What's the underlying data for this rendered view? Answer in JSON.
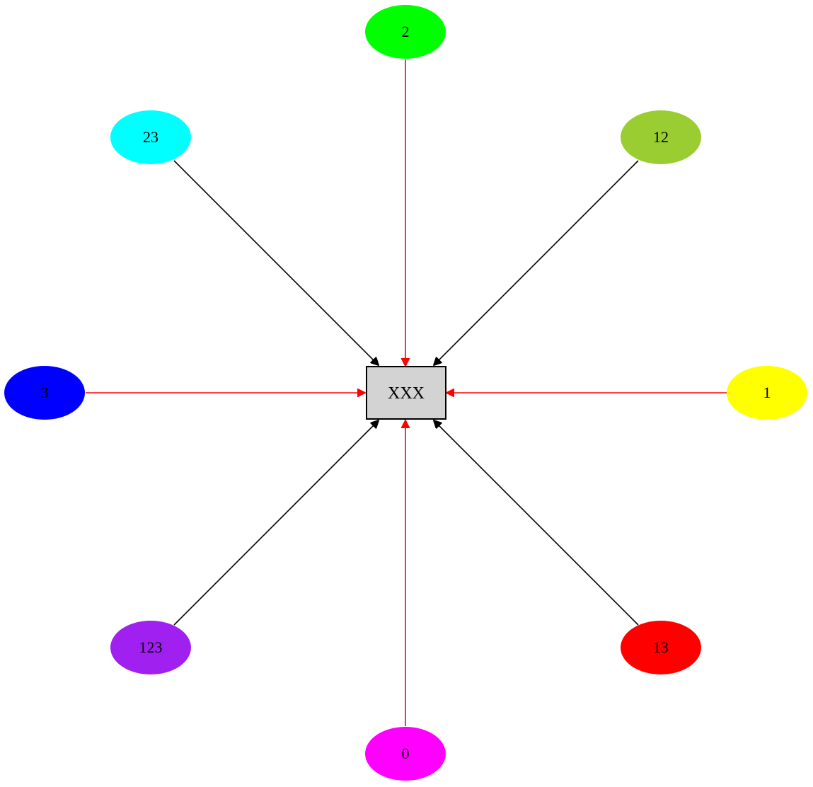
{
  "diagram": {
    "center": {
      "label": "XXX",
      "fill": "#d3d3d3",
      "stroke": "#000000"
    },
    "nodes": [
      {
        "id": "n2",
        "label": "2",
        "fill": "#00ff00",
        "edge_color": "#ff0000"
      },
      {
        "id": "n23",
        "label": "23",
        "fill": "#00ffff",
        "edge_color": "#000000"
      },
      {
        "id": "n12",
        "label": "12",
        "fill": "#9acd32",
        "edge_color": "#000000"
      },
      {
        "id": "n3",
        "label": "3",
        "fill": "#0000ff",
        "edge_color": "#ff0000"
      },
      {
        "id": "n1",
        "label": "1",
        "fill": "#ffff00",
        "edge_color": "#ff0000"
      },
      {
        "id": "n123",
        "label": "123",
        "fill": "#a020f0",
        "edge_color": "#000000"
      },
      {
        "id": "n13",
        "label": "13",
        "fill": "#ff0000",
        "edge_color": "#000000"
      },
      {
        "id": "n0",
        "label": "0",
        "fill": "#ff00ff",
        "edge_color": "#ff0000"
      }
    ],
    "edges": [
      {
        "from": "n2",
        "to": "center"
      },
      {
        "from": "n23",
        "to": "center"
      },
      {
        "from": "n12",
        "to": "center"
      },
      {
        "from": "n3",
        "to": "center"
      },
      {
        "from": "n1",
        "to": "center"
      },
      {
        "from": "n123",
        "to": "center"
      },
      {
        "from": "n13",
        "to": "center"
      },
      {
        "from": "n0",
        "to": "center"
      }
    ]
  }
}
